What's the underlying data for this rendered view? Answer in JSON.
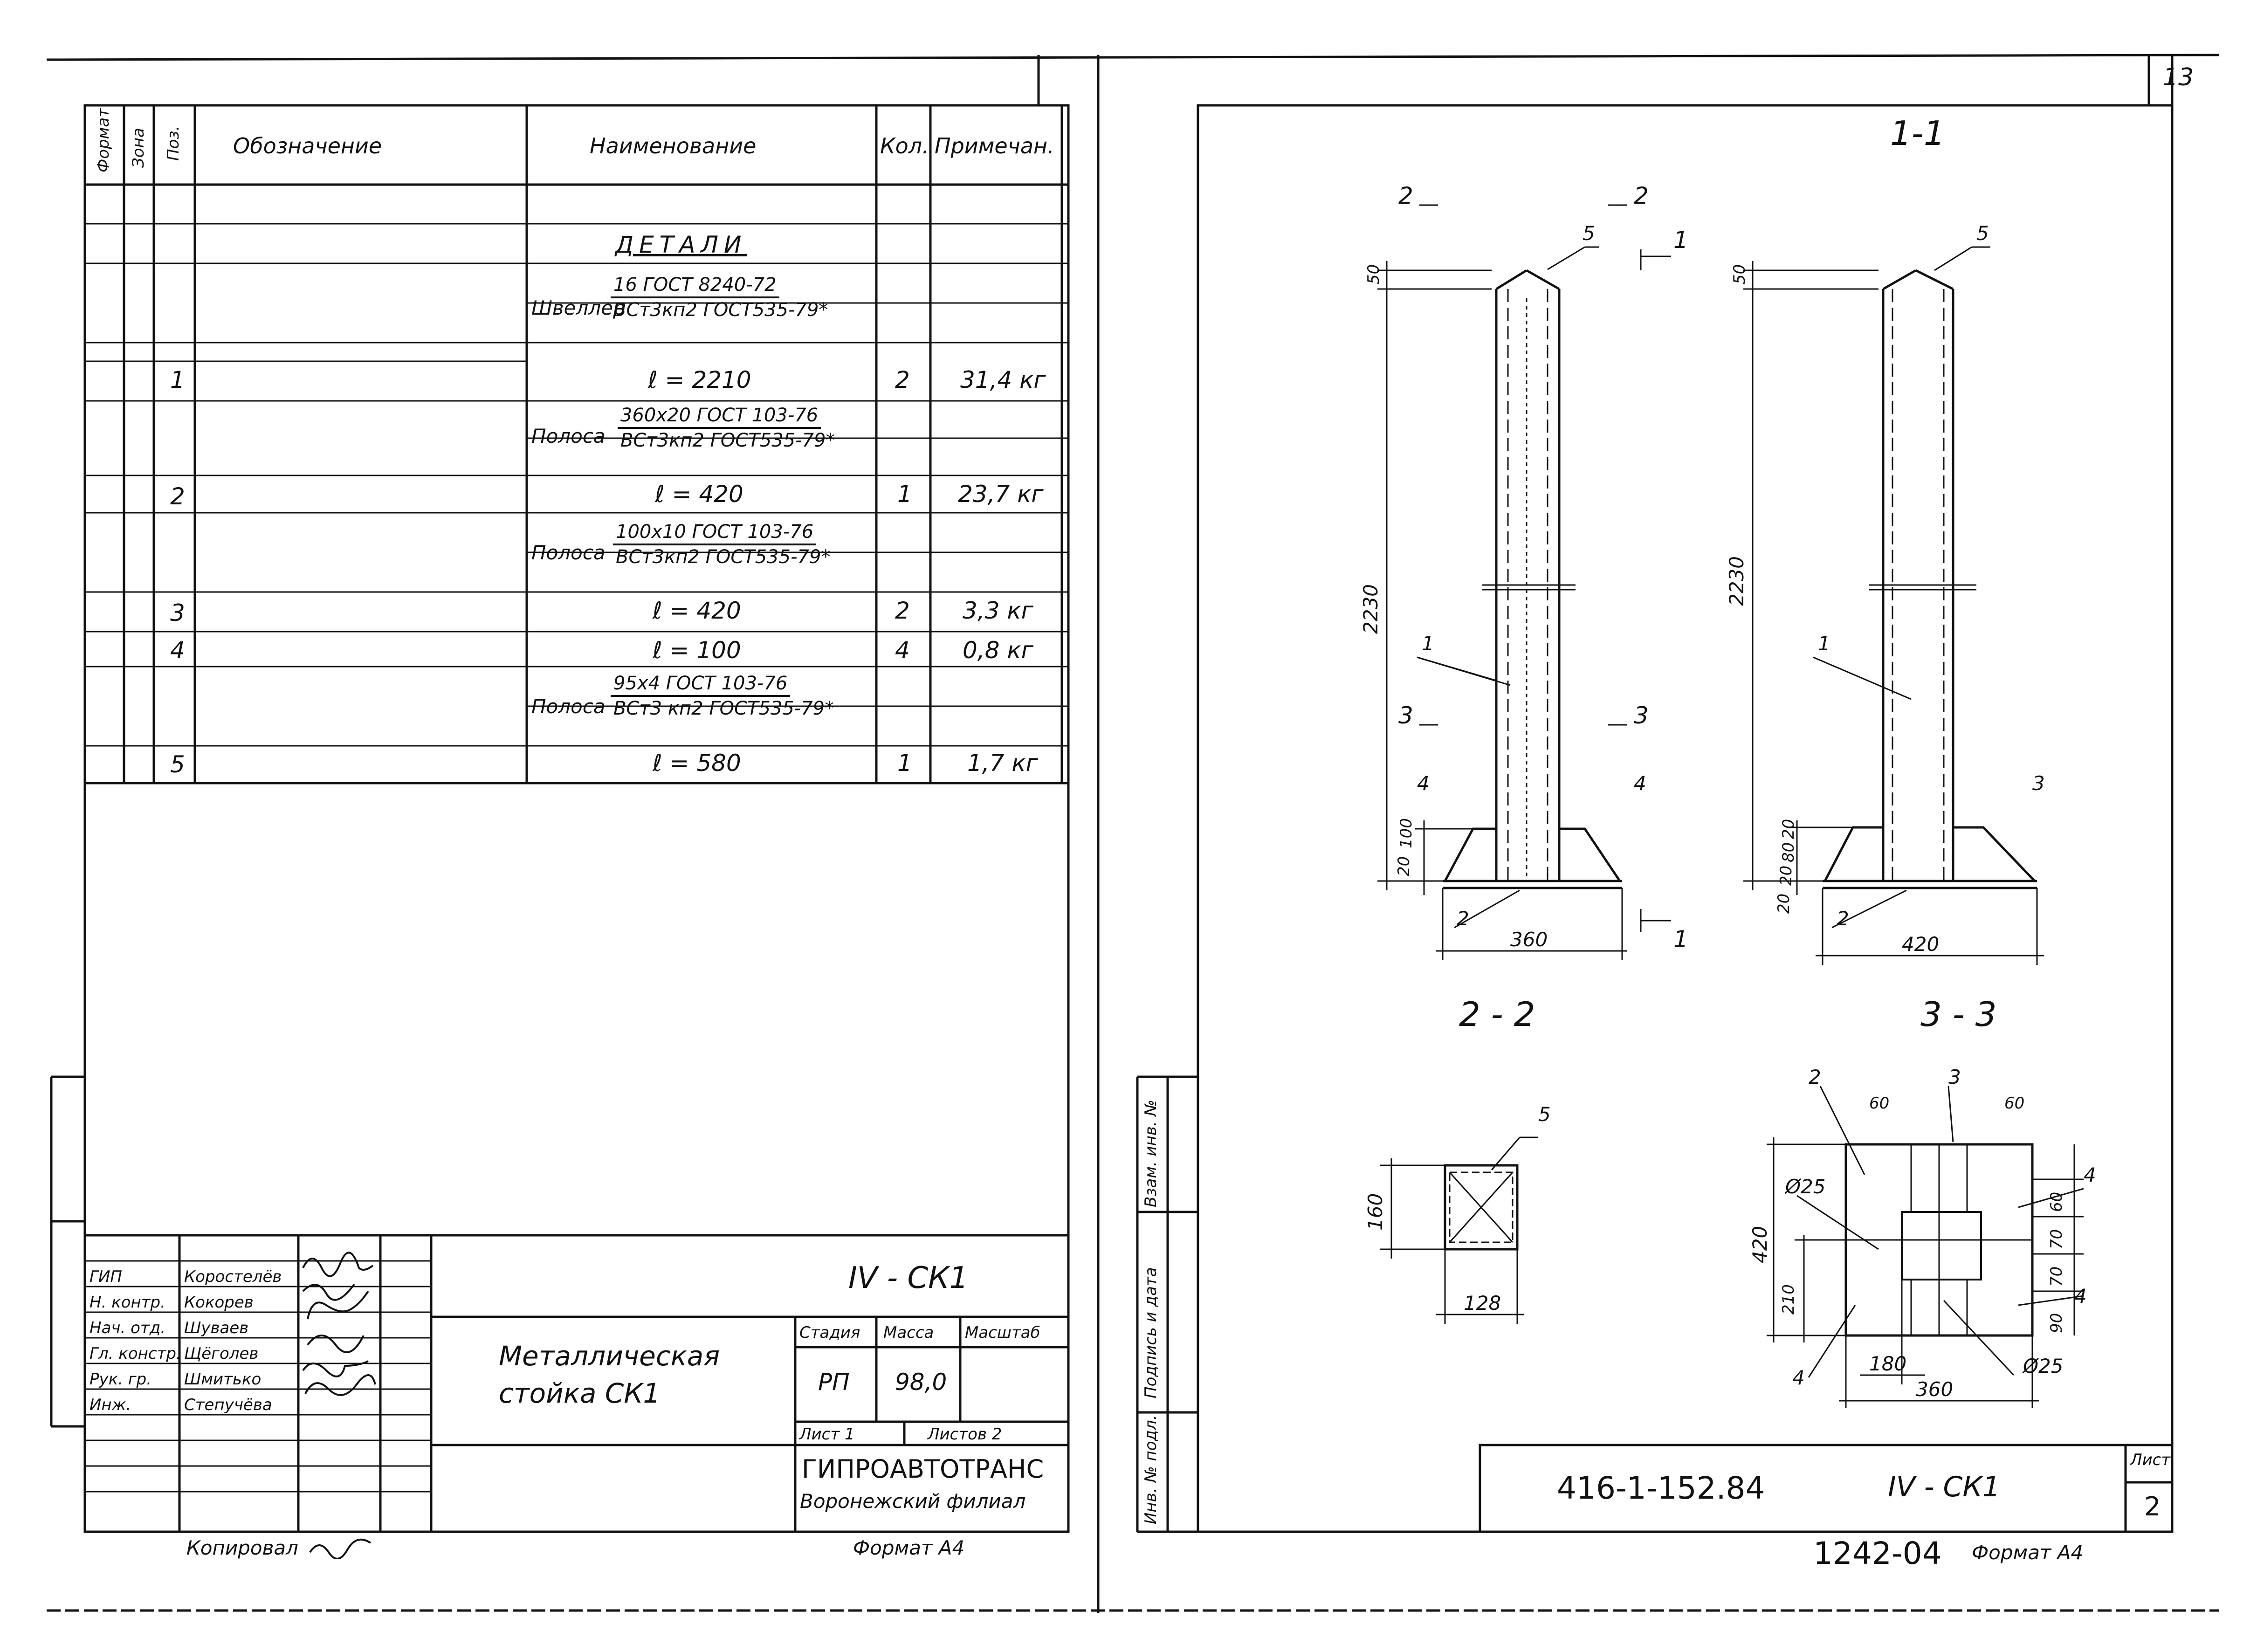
{
  "sheet_number": "13",
  "left_sheet": {
    "spec_table": {
      "headers": {
        "format": "Формат",
        "zone": "Зона",
        "pos": "Поз.",
        "designation": "Обозначение",
        "name": "Наименование",
        "qty": "Кол.",
        "note": "Примечан."
      },
      "section_title": "ДЕТАЛИ",
      "groups": [
        {
          "label": "Швеллер",
          "num": "16 ГОСТ 8240-72",
          "den": "ВСт3кп2 ГОСТ535-79*"
        },
        {
          "label": "Полоса",
          "num": "360x20 ГОСТ 103-76",
          "den": "ВСт3кп2 ГОСТ535-79*"
        },
        {
          "label": "Полоса",
          "num": "100x10 ГОСТ 103-76",
          "den": "ВСт3кп2 ГОСТ535-79*"
        },
        {
          "label": "Полоса",
          "num": "95x4 ГОСТ 103-76",
          "den": "ВСт3 кп2 ГОСТ535-79*"
        }
      ],
      "rows": [
        {
          "pos": "1",
          "name": "ℓ = 2210",
          "qty": "2",
          "note": "31,4 кг"
        },
        {
          "pos": "2",
          "name": "ℓ = 420",
          "qty": "1",
          "note": "23,7 кг"
        },
        {
          "pos": "3",
          "name": "ℓ = 420",
          "qty": "2",
          "note": "3,3 кг"
        },
        {
          "pos": "4",
          "name": "ℓ = 100",
          "qty": "4",
          "note": "0,8 кг"
        },
        {
          "pos": "5",
          "name": "ℓ = 580",
          "qty": "1",
          "note": "1,7 кг"
        }
      ]
    },
    "title_block": {
      "roles": [
        "ГИП",
        "Н. контр.",
        "Нач. отд.",
        "Гл. констр.",
        "Рук. гр.",
        "Инж."
      ],
      "names": [
        "Коростелёв",
        "Кокорев",
        "Шуваев",
        "Щёголев",
        "Шмитько",
        "Степучёва"
      ],
      "code": "IV - СК1",
      "title_line1": "Металлическая",
      "title_line2": "стойка СК1",
      "stage_label": "Стадия",
      "mass_label": "Масса",
      "scale_label": "Масштаб",
      "stage": "РП",
      "mass": "98,0",
      "sheet_label": "Лист 1",
      "sheets_label": "Листов 2",
      "org": "ГИПРОАВТОТРАНС",
      "branch": "Воронежский филиал"
    },
    "copied_by": "Копировал",
    "format": "Формат А4"
  },
  "right_sheet": {
    "views": {
      "section_1_1": "1-1",
      "section_2_2": "2 - 2",
      "section_3_3": "3 - 3"
    },
    "cut_marks": {
      "two": "2",
      "three": "3",
      "one": "1"
    },
    "dims": {
      "height": "2230",
      "top": "50",
      "width_left": "360",
      "width_right": "420",
      "base_left_a": "20",
      "base_left_b": "100",
      "base_right_a": "20",
      "base_right_b": "20",
      "base_right_c": "80",
      "base_right_d": "20",
      "sq_h": "160",
      "sq_w": "128",
      "plan_h": "420",
      "plan_inner": "210",
      "plan_w": "360",
      "plan_inner_w": "180",
      "plan_60a": "60",
      "plan_60b": "60",
      "plan_60c": "60",
      "plan_70a": "70",
      "plan_70b": "70",
      "plan_90": "90",
      "hole": "Ø25"
    },
    "callouts": {
      "p1": "1",
      "p2": "2",
      "p3": "3",
      "p4": "4",
      "p5": "5"
    },
    "side_stamp": {
      "inv_orig": "Инв. № подл.",
      "sign_date": "Подпись и дата",
      "inv_repl": "Взам. инв. №"
    },
    "doc_code": "416-1-152.84",
    "doc_mark": "IV - СК1",
    "sheet_label": "Лист",
    "sheet_no": "2",
    "footer": "1242-04",
    "format": "Формат А4"
  }
}
